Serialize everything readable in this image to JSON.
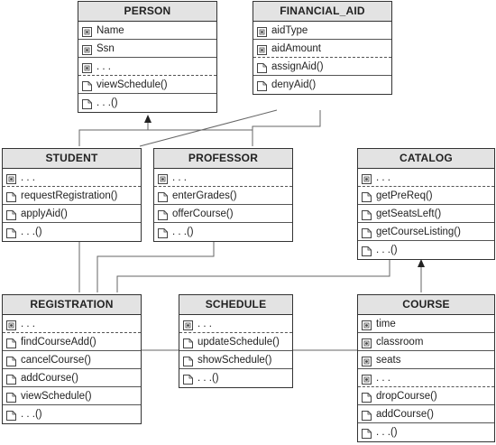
{
  "classes": {
    "person": {
      "name": "PERSON",
      "attributes": [
        {
          "icon": "attribute-icon",
          "text": "Name"
        },
        {
          "icon": "attribute-icon",
          "text": "Ssn"
        },
        {
          "icon": "attribute-icon",
          "text": ". . ."
        }
      ],
      "operations": [
        {
          "icon": "operation-icon",
          "text": "viewSchedule()"
        },
        {
          "icon": "operation-icon",
          "text": ". . .()"
        }
      ]
    },
    "financial_aid": {
      "name": "FINANCIAL_AID",
      "attributes": [
        {
          "icon": "attribute-icon",
          "text": "aidType"
        },
        {
          "icon": "attribute-icon",
          "text": "aidAmount"
        }
      ],
      "operations": [
        {
          "icon": "operation-icon",
          "text": "assignAid()"
        },
        {
          "icon": "operation-icon",
          "text": "denyAid()"
        }
      ]
    },
    "student": {
      "name": "STUDENT",
      "attributes": [
        {
          "icon": "attribute-icon",
          "text": ". . ."
        }
      ],
      "operations": [
        {
          "icon": "operation-icon",
          "text": "requestRegistration()"
        },
        {
          "icon": "operation-icon",
          "text": "applyAid()"
        },
        {
          "icon": "operation-icon",
          "text": ". . .()"
        }
      ]
    },
    "professor": {
      "name": "PROFESSOR",
      "attributes": [
        {
          "icon": "attribute-icon",
          "text": ". . ."
        }
      ],
      "operations": [
        {
          "icon": "operation-icon",
          "text": "enterGrades()"
        },
        {
          "icon": "operation-icon",
          "text": "offerCourse()"
        },
        {
          "icon": "operation-icon",
          "text": ". . .()"
        }
      ]
    },
    "catalog": {
      "name": "CATALOG",
      "attributes": [
        {
          "icon": "attribute-icon",
          "text": ". . ."
        }
      ],
      "operations": [
        {
          "icon": "operation-icon",
          "text": "getPreReq()"
        },
        {
          "icon": "operation-icon",
          "text": "getSeatsLeft()"
        },
        {
          "icon": "operation-icon",
          "text": "getCourseListing()"
        },
        {
          "icon": "operation-icon",
          "text": ". . .()"
        }
      ]
    },
    "registration": {
      "name": "REGISTRATION",
      "attributes": [
        {
          "icon": "attribute-icon",
          "text": ". . ."
        }
      ],
      "operations": [
        {
          "icon": "operation-icon",
          "text": "findCourseAdd()"
        },
        {
          "icon": "operation-icon",
          "text": "cancelCourse()"
        },
        {
          "icon": "operation-icon",
          "text": "addCourse()"
        },
        {
          "icon": "operation-icon",
          "text": "viewSchedule()"
        },
        {
          "icon": "operation-icon",
          "text": ". . .()"
        }
      ]
    },
    "schedule": {
      "name": "SCHEDULE",
      "attributes": [
        {
          "icon": "attribute-icon",
          "text": ". . ."
        }
      ],
      "operations": [
        {
          "icon": "operation-icon",
          "text": "updateSchedule()"
        },
        {
          "icon": "operation-icon",
          "text": "showSchedule()"
        },
        {
          "icon": "operation-icon",
          "text": ". . .()"
        }
      ]
    },
    "course": {
      "name": "COURSE",
      "attributes": [
        {
          "icon": "attribute-icon",
          "text": "time"
        },
        {
          "icon": "attribute-icon",
          "text": "classroom"
        },
        {
          "icon": "attribute-icon",
          "text": "seats"
        },
        {
          "icon": "attribute-icon",
          "text": ". . ."
        }
      ],
      "operations": [
        {
          "icon": "operation-icon",
          "text": "dropCourse()"
        },
        {
          "icon": "operation-icon",
          "text": "addCourse()"
        },
        {
          "icon": "operation-icon",
          "text": ". . .()"
        }
      ]
    }
  }
}
